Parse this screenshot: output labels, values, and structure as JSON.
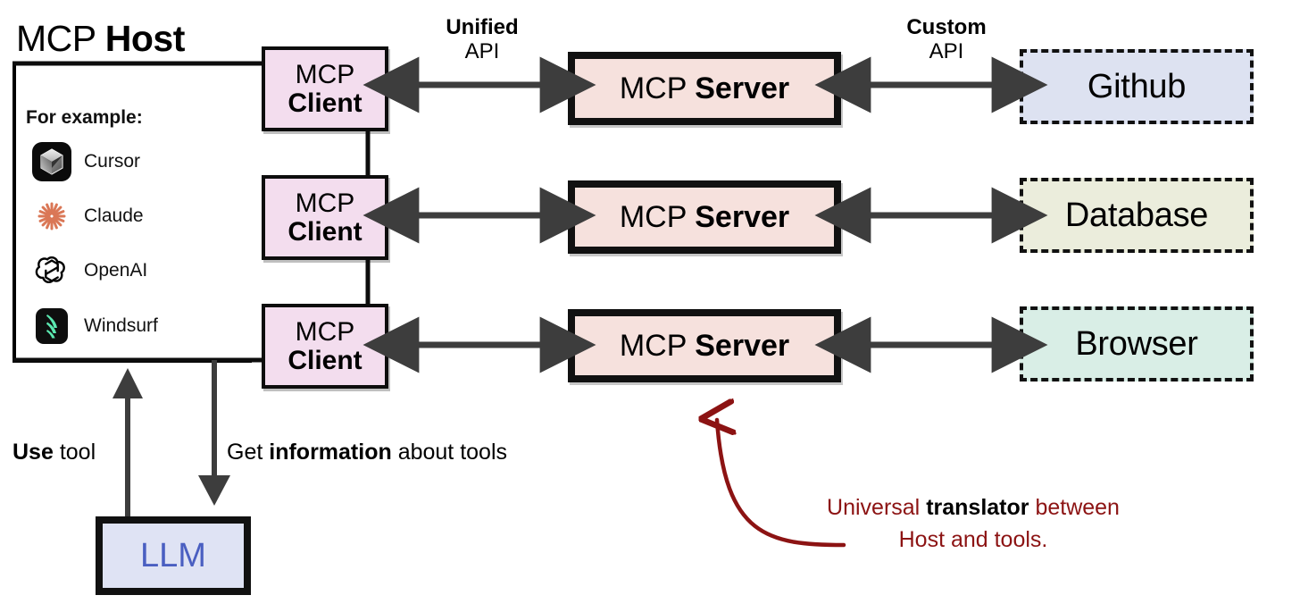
{
  "diagram": {
    "host": {
      "title_regular": "MCP ",
      "title_bold": "Host",
      "for_example_label": "For example:",
      "examples": [
        {
          "icon": "cursor-logo-icon",
          "label": "Cursor"
        },
        {
          "icon": "claude-logo-icon",
          "label": "Claude"
        },
        {
          "icon": "openai-logo-icon",
          "label": "OpenAI"
        },
        {
          "icon": "windsurf-logo-icon",
          "label": "Windsurf"
        }
      ]
    },
    "clients": [
      {
        "line1": "MCP",
        "line2": "Client"
      },
      {
        "line1": "MCP",
        "line2": "Client"
      },
      {
        "line1": "MCP",
        "line2": "Client"
      }
    ],
    "servers": [
      {
        "regular": "MCP ",
        "bold": "Server"
      },
      {
        "regular": "MCP ",
        "bold": "Server"
      },
      {
        "regular": "MCP ",
        "bold": "Server"
      }
    ],
    "tools": [
      {
        "label": "Github",
        "color": "#dde2f1"
      },
      {
        "label": "Database",
        "color": "#ebeddc"
      },
      {
        "label": "Browser",
        "color": "#d9eee6"
      }
    ],
    "arrow_labels": [
      {
        "top": "Unified",
        "bottom": "API"
      },
      {
        "top": "Custom",
        "bottom": "API"
      }
    ],
    "bottom": {
      "use_tool_bold": "Use",
      "use_tool_rest": " tool",
      "get_info_pre": "Get ",
      "get_info_bold": "information",
      "get_info_post": " about tools",
      "llm_label": "LLM"
    },
    "annotation": {
      "line1_pre": "Universal ",
      "line1_bold": "translator",
      "line1_post": " between",
      "line2": "Host and tools."
    },
    "colors": {
      "client_fill": "#f3ddee",
      "server_fill": "#f6e1dd",
      "llm_fill": "#dfe3f4",
      "llm_text": "#4a5fc1",
      "annotation_red": "#8c1313",
      "arrow_gray": "#3d3d3d",
      "border_black": "#111111"
    }
  }
}
